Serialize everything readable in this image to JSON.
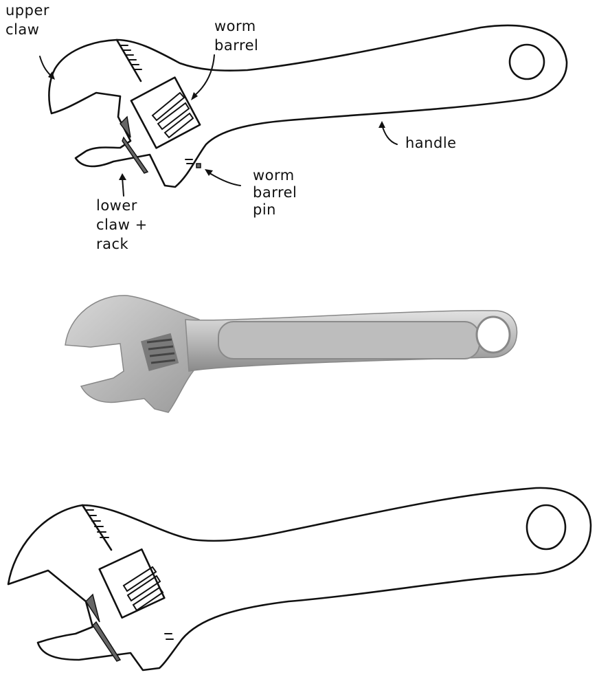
{
  "figure": {
    "panels": [
      {
        "id": "labeled-sketch",
        "type": "line-drawing"
      },
      {
        "id": "photo",
        "type": "photograph",
        "subject": "adjustable wrench"
      },
      {
        "id": "unlabeled-sketch",
        "type": "line-drawing"
      }
    ]
  },
  "labels": {
    "upper_claw": [
      "upper",
      "claw"
    ],
    "worm_barrel": [
      "worm",
      "barrel"
    ],
    "handle": [
      "handle"
    ],
    "worm_barrel_pin": [
      "worm",
      "barrel",
      "pin"
    ],
    "lower_claw_rack": [
      "lower",
      "claw +",
      "rack"
    ]
  },
  "colors": {
    "ink": "#111111",
    "shade": "#666666",
    "metal_light": "#d4d4d4",
    "metal_mid": "#b0b0b0",
    "metal_dark": "#7a7a7a",
    "background": "#ffffff"
  }
}
